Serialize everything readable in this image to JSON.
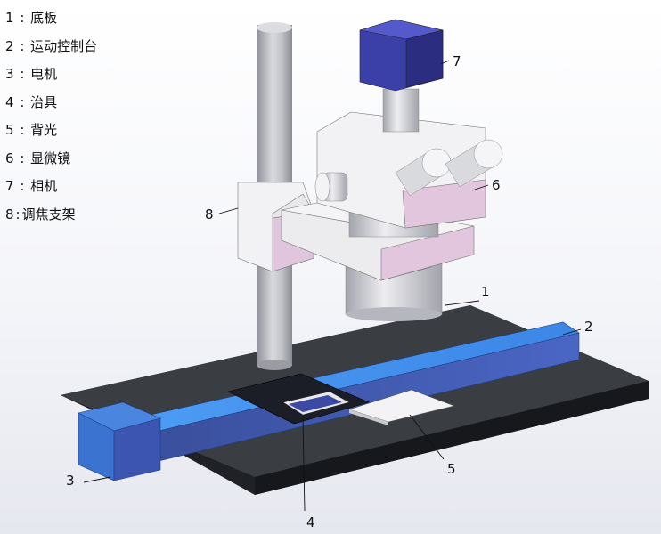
{
  "legend": [
    {
      "num": "1",
      "sep": " : ",
      "label": "底板"
    },
    {
      "num": "2",
      "sep": " : ",
      "label": "运动控制台"
    },
    {
      "num": "3",
      "sep": " : ",
      "label": "电机"
    },
    {
      "num": "4",
      "sep": " : ",
      "label": "治具"
    },
    {
      "num": "5",
      "sep": " : ",
      "label": "背光"
    },
    {
      "num": "6",
      "sep": " : ",
      "label": "显微镜"
    },
    {
      "num": "7",
      "sep": " : ",
      "label": "相机"
    },
    {
      "num": "8",
      "sep": ":",
      "label": "调焦支架"
    }
  ],
  "callouts": {
    "c1": "1",
    "c2": "2",
    "c3": "3",
    "c4": "4",
    "c5": "5",
    "c6": "6",
    "c7": "7",
    "c8": "8"
  },
  "colors": {
    "base_plate": "#3a3d42",
    "stage_rail": "#3f8de8",
    "motor": "#3c6fd0",
    "fixture": "#1b1e26",
    "backlight": "#f3f3f6",
    "microscope_body": "#f2f2f4",
    "microscope_side": "#e3c8df",
    "camera": "#3b3fa8"
  }
}
